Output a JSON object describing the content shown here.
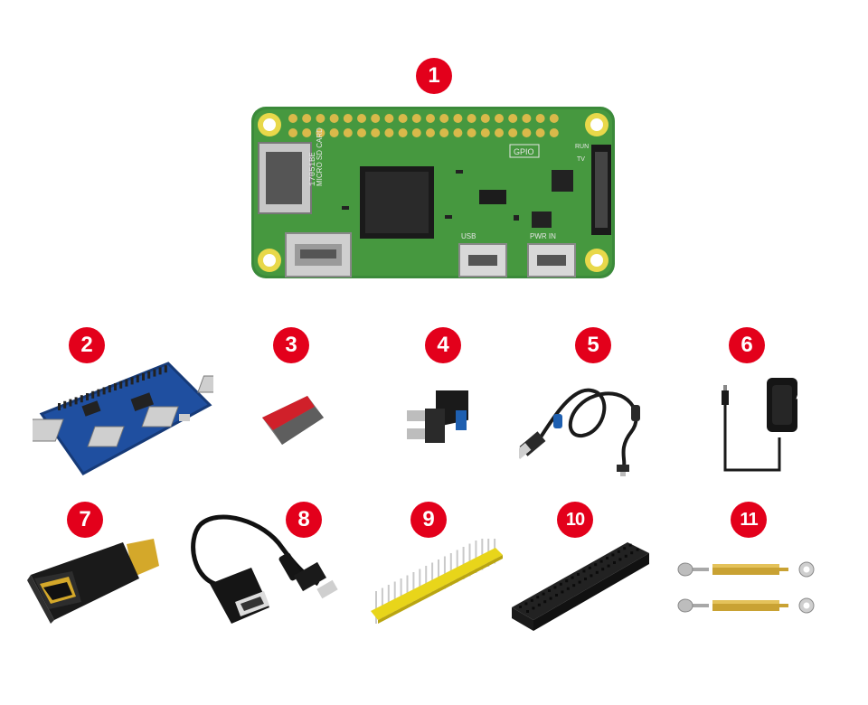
{
  "badges": [
    "1",
    "2",
    "3",
    "4",
    "5",
    "6",
    "7",
    "8",
    "9",
    "10",
    "11"
  ],
  "items": [
    {
      "id": "1",
      "name": "raspberry-pi-zero-board",
      "icon": "pi-zero-w-board"
    },
    {
      "id": "2",
      "name": "usb-hub-hat",
      "icon": "usb-hub-hat-board"
    },
    {
      "id": "3",
      "name": "micro-sd-card",
      "icon": "micro-sd-card"
    },
    {
      "id": "4",
      "name": "usb-adapter",
      "icon": "micro-usb-adapter"
    },
    {
      "id": "5",
      "name": "micro-usb-cable",
      "icon": "usb-cable"
    },
    {
      "id": "6",
      "name": "power-adapter",
      "icon": "power-supply"
    },
    {
      "id": "7",
      "name": "hdmi-adapter",
      "icon": "mini-hdmi-adapter"
    },
    {
      "id": "8",
      "name": "otg-cable",
      "icon": "usb-otg-cable"
    },
    {
      "id": "9",
      "name": "pin-header",
      "icon": "yellow-pin-header"
    },
    {
      "id": "10",
      "name": "female-header",
      "icon": "black-female-header"
    },
    {
      "id": "11",
      "name": "standoff-kit",
      "icon": "brass-standoffs-screws-nuts"
    }
  ],
  "board": {
    "sd_label_1": "MICRO SD CARD",
    "sd_code": "17051BE",
    "gpio_label": "GPIO",
    "run_label": "RUN",
    "tv_label": "TV",
    "usb_label": "USB",
    "pwr_label": "PWR IN"
  },
  "colors": {
    "badge": "#e3001b",
    "pcb": "#3b8a3a",
    "hat": "#1f4fa0",
    "brass": "#c9a233",
    "pin_plastic": "#e8d51a"
  }
}
